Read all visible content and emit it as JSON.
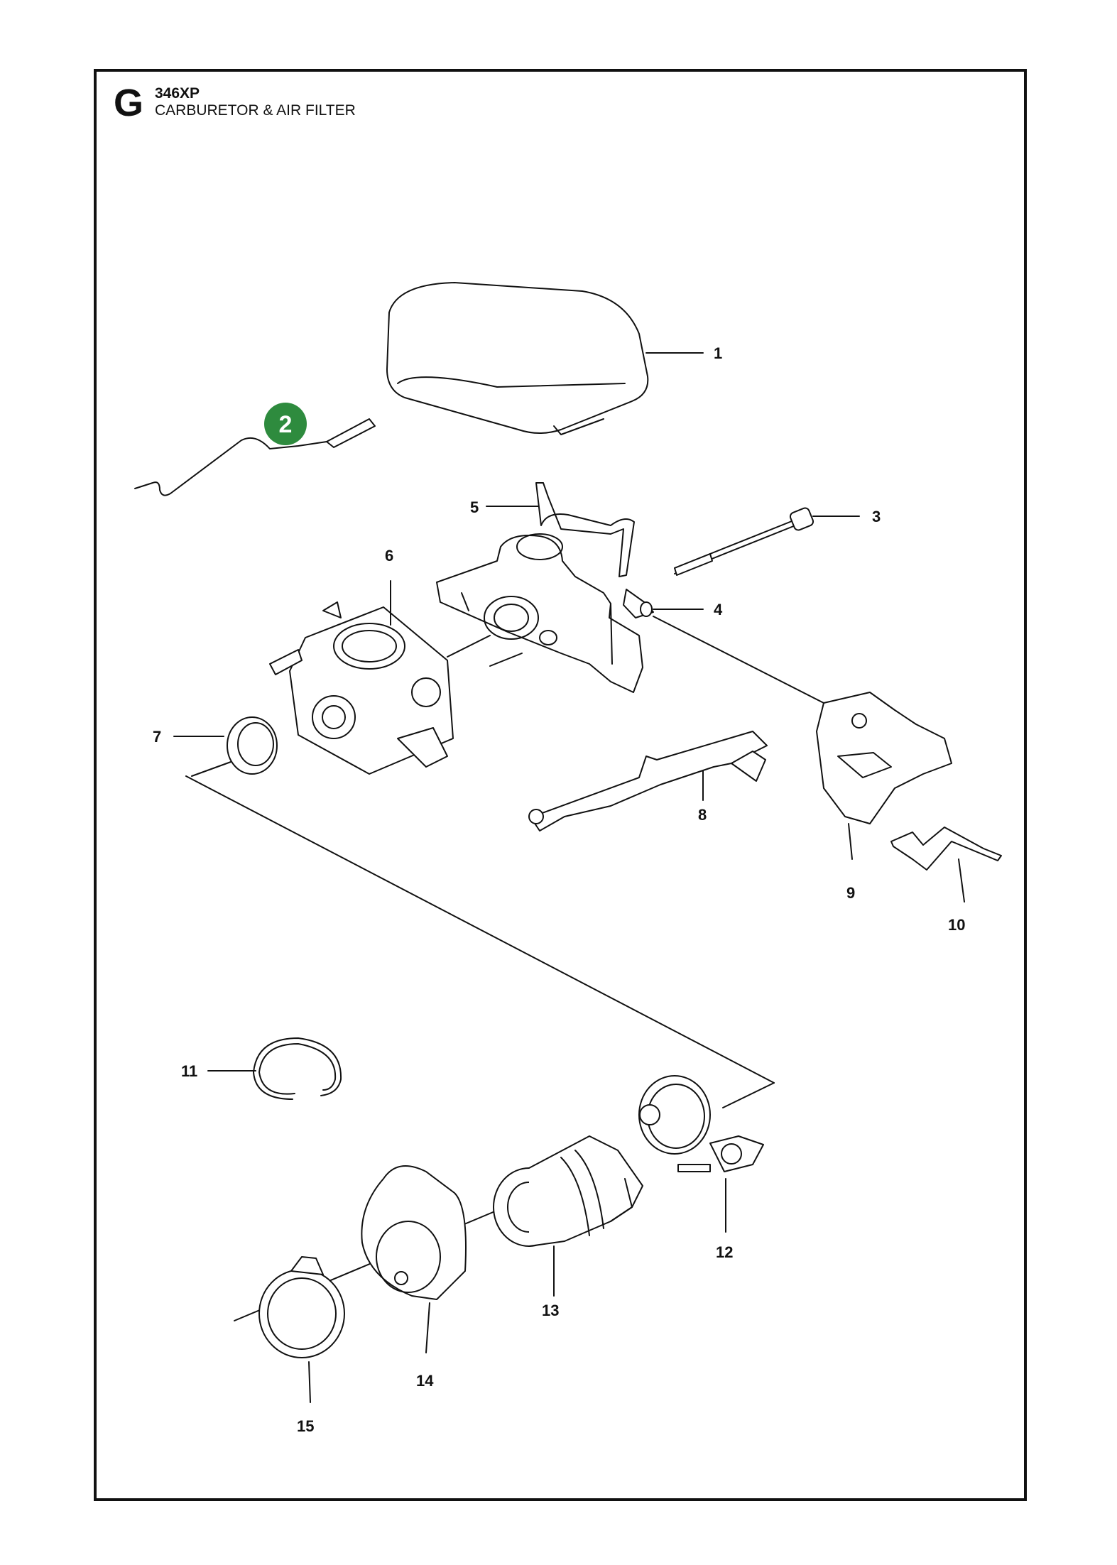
{
  "header": {
    "section_letter": "G",
    "model": "346XP",
    "title": "CARBURETOR & AIR FILTER"
  },
  "colors": {
    "badge_green": "#2e8b3e",
    "line": "#111111"
  },
  "callouts": {
    "p1": "1",
    "p2": "2",
    "p3": "3",
    "p4": "4",
    "p5": "5",
    "p6": "6",
    "p7": "7",
    "p8": "8",
    "p9": "9",
    "p10": "10",
    "p11": "11",
    "p12": "12",
    "p13": "13",
    "p14": "14",
    "p15": "15"
  }
}
